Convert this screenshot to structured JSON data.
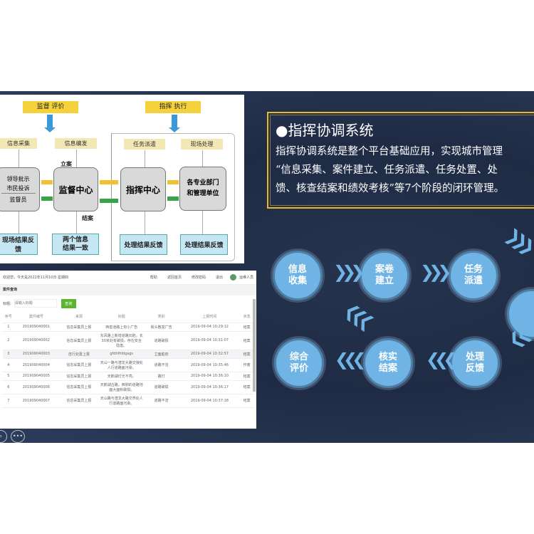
{
  "diagram": {
    "top_left": "监督  评价",
    "top_right": "指挥  执行",
    "boxes": [
      "信息采集",
      "信息编发",
      "任务派遣",
      "现场处理"
    ],
    "source_lines": [
      "领导批示",
      "市民投诉",
      "监督员"
    ],
    "center1": "监督中心",
    "center2": "指挥中心",
    "depts": [
      "各专业部门",
      "和管理单位"
    ],
    "label_lian": "立案",
    "label_jie": "结案",
    "bottoms": [
      "现场结果反馈",
      "两个信息",
      "结果一致",
      "处理结果反馈",
      "处理结果反馈"
    ]
  },
  "app": {
    "greeting": "欢迎您，今天是2022年11月10日 星期四",
    "nav": [
      "帮助",
      "返回首页",
      "修改密码",
      "退出",
      "运维人员"
    ],
    "section": "案件查询",
    "filter_label": "标题:",
    "filter_placeholder": "请输入标题",
    "query_button": "查询",
    "headers": [
      "序号",
      "案件编号",
      "来源",
      "标题",
      "类别",
      "上报时间",
      "状态"
    ],
    "rows": [
      [
        "1",
        "201909040001",
        "信息采集员上报",
        "西善道路上有小广告",
        "街头散发广告",
        "2019-09-04 10:29:12",
        "结案"
      ],
      [
        "2",
        "201909040002",
        "信息采集员上报",
        "东风路上新增道路凹陷，长30米处有破损，存在安全隐患。",
        "道路破损",
        "2019-09-04 10:31:07",
        "结案"
      ],
      [
        "3",
        "201909040003",
        "自行处置上报",
        "gfdhfhfdgsgs",
        "立面脏旧",
        "2019-09-04 10:32:57",
        "结案"
      ],
      [
        "4",
        "201909040004",
        "信息采集员上报",
        "天山一路与潜龙大路交接处人行道路面污染。",
        "道路不洁",
        "2019-09-04 10:35:46",
        "作废"
      ],
      [
        "5",
        "201909040005",
        "信息采集员上报",
        "天鹅湖灯光不亮。",
        "路灯",
        "2019-09-04 10:36:10",
        "结案"
      ],
      [
        "6",
        "201909040006",
        "信息采集员上报",
        "天鹅湖古路，西侧的道路地面大面积破损。",
        "道路破损",
        "2019-09-04 10:36:17",
        "结案"
      ],
      [
        "7",
        "201909040007",
        "信息采集员上报",
        "天山路与潜龙大路交界处人行道路面污染。",
        "道路不洁",
        "2019-09-04 10:37:18",
        "结案"
      ]
    ]
  },
  "panel": {
    "title": "●指挥协调系统",
    "lines": [
      "指挥协调系统是整个平台基础应用，实现城市管理",
      "“信息采集、案件建立、任务派遣、任务处置、处",
      "馈、核查结案和绩效考核”等7个阶段的闭环管理。"
    ]
  },
  "cycle": [
    [
      "信息",
      "收集"
    ],
    [
      "案卷",
      "建立"
    ],
    [
      "任务",
      "派遣"
    ],
    [
      "",
      ""
    ],
    [
      "处理",
      "反馈"
    ],
    [
      "核实",
      "结案"
    ],
    [
      "综合",
      "评价"
    ]
  ],
  "colors": {
    "accent": "#6fb4e4",
    "border": "#e7b82a"
  }
}
